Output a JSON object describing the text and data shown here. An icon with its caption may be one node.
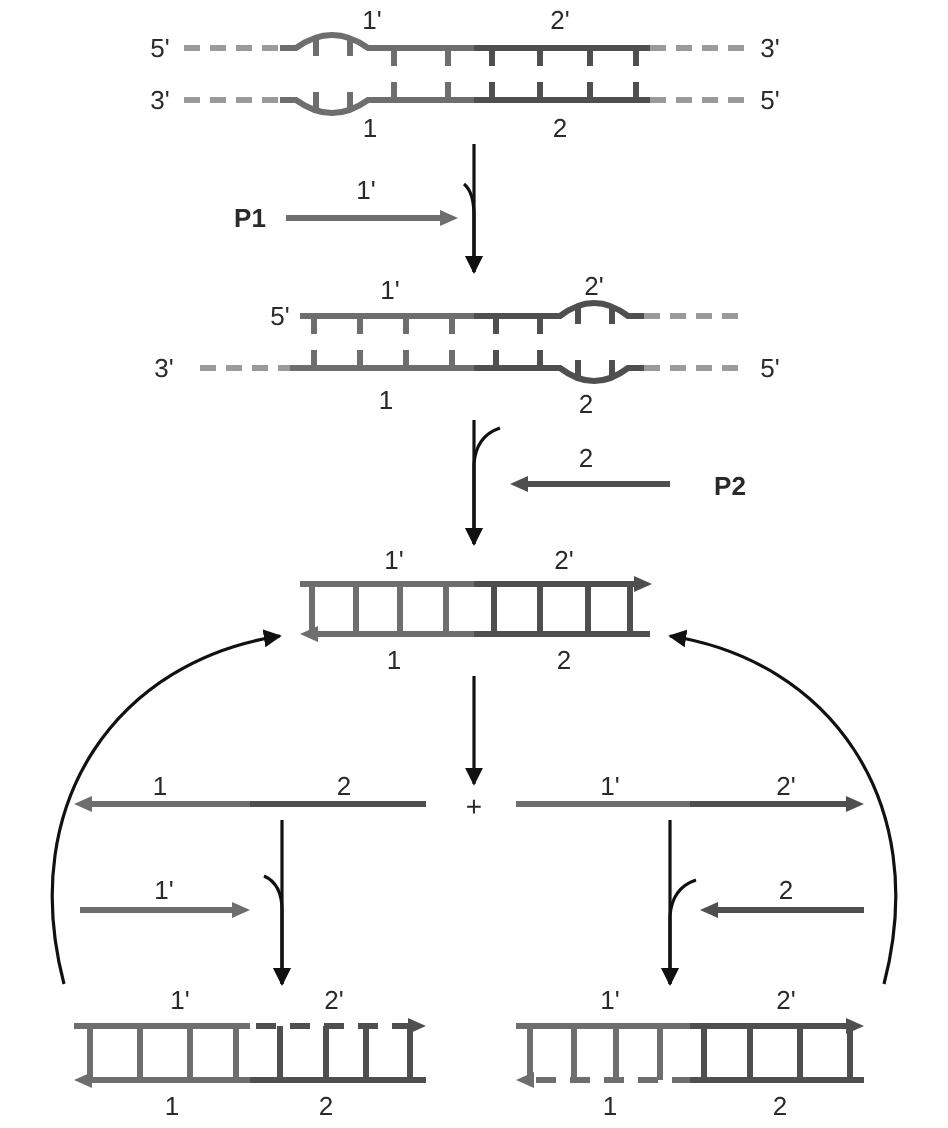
{
  "diagram": {
    "nodes": [
      {
        "text": [
          "1'",
          "2'",
          "5'",
          "3'",
          "3'",
          "5'",
          "1",
          "2"
        ]
      },
      {
        "text": [
          "P1",
          "1'"
        ]
      },
      {
        "text": [
          "1'",
          "2'",
          "5'",
          "3'",
          "5'",
          "1",
          "2"
        ]
      },
      {
        "text": [
          "2",
          "P2"
        ]
      },
      {
        "text": [
          "1'",
          "2'",
          "1",
          "2"
        ]
      },
      {
        "text": [
          "+"
        ]
      },
      {
        "text": [
          "1",
          "2"
        ]
      },
      {
        "text": [
          "1'",
          "2'"
        ]
      },
      {
        "text": [
          "1'"
        ]
      },
      {
        "text": [
          "2"
        ]
      },
      {
        "text": [
          "1'",
          "2'",
          "1",
          "2"
        ]
      },
      {
        "text": [
          "1'",
          "2'",
          "1",
          "2"
        ]
      }
    ],
    "edges": [
      {
        "from": 0,
        "to": 2,
        "arrow": "to"
      },
      {
        "from": 1,
        "to": 2,
        "arrow": "to"
      },
      {
        "from": 2,
        "to": 4,
        "arrow": "to"
      },
      {
        "from": 3,
        "to": 4,
        "arrow": "to"
      },
      {
        "from": 4,
        "to": 5,
        "arrow": "to"
      },
      {
        "from": 6,
        "to": 10,
        "arrow": "to"
      },
      {
        "from": 8,
        "to": 10,
        "arrow": "to"
      },
      {
        "from": 7,
        "to": 11,
        "arrow": "to"
      },
      {
        "from": 9,
        "to": 11,
        "arrow": "to"
      },
      {
        "from": 10,
        "to": 4,
        "arrow": "to"
      },
      {
        "from": 11,
        "to": 4,
        "arrow": "to"
      }
    ]
  }
}
